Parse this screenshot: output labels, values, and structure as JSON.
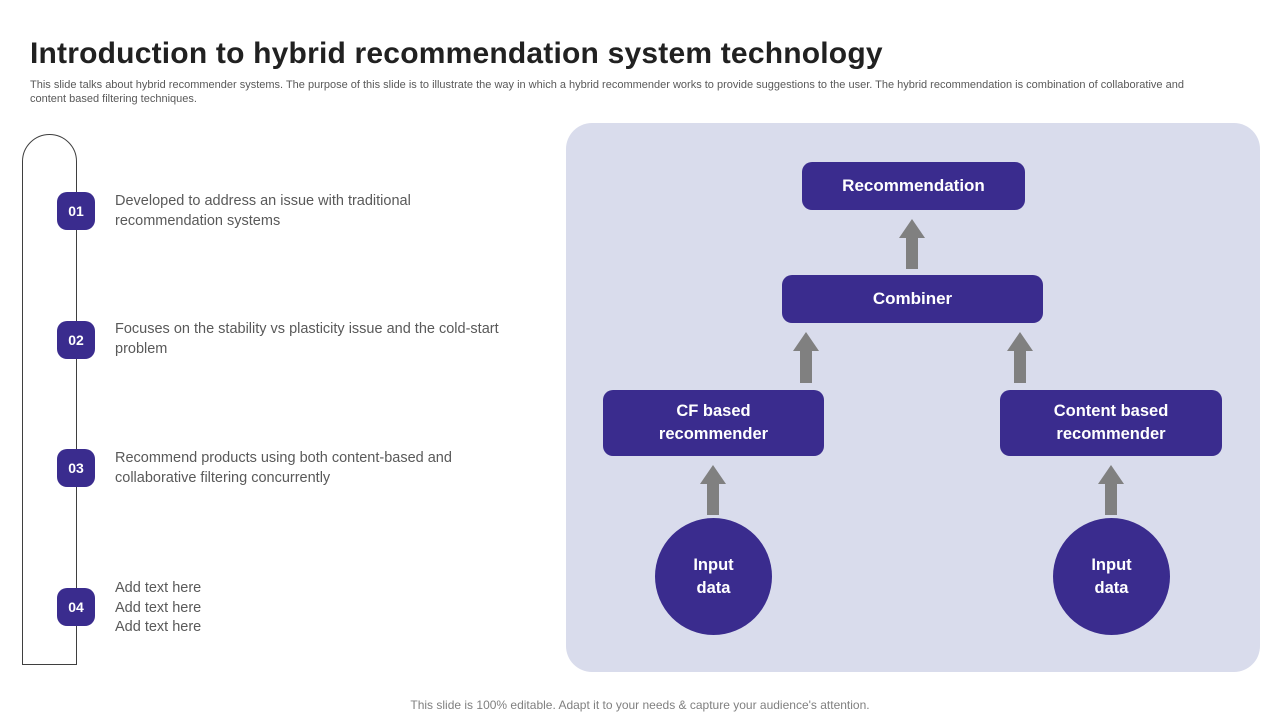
{
  "slide": {
    "title": "Introduction to hybrid recommendation system technology",
    "subtitle": "This slide  talks about hybrid recommender systems. The purpose of this slide is to illustrate the way in which a hybrid recommender works to provide suggestions to the user. The hybrid recommendation is combination of collaborative and content based filtering techniques.",
    "footer": "This slide is 100% editable. Adapt it to your needs & capture your audience's attention."
  },
  "list": {
    "items": [
      {
        "number": "01",
        "text": "Developed to address an issue with traditional recommendation systems"
      },
      {
        "number": "02",
        "text": "Focuses on the stability vs plasticity issue and the cold-start problem"
      },
      {
        "number": "03",
        "text": "Recommend products using both content-based and collaborative filtering concurrently"
      },
      {
        "number": "04",
        "text": "Add text here\nAdd text here\nAdd text here"
      }
    ]
  },
  "diagram": {
    "nodes": {
      "recommendation": "Recommendation",
      "combiner": "Combiner",
      "cf_recommender": "CF based\nrecommender",
      "content_recommender": "Content based\nrecommender",
      "input_left": "Input\ndata",
      "input_right": "Input\ndata"
    },
    "arrow_icon": "up-block-arrow"
  },
  "colors": {
    "purple": "#3a2c8e",
    "panel": "#d9dcec",
    "arrow": "#808080",
    "text_gray": "#595959",
    "title": "#212121",
    "outline": "#3f3f3f",
    "footer_gray": "#808080"
  }
}
